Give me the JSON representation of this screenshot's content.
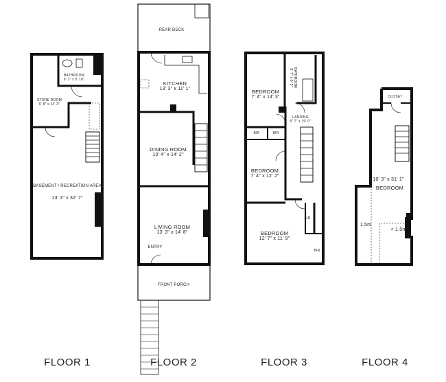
{
  "floors": [
    {
      "label": "FLOOR 1",
      "rooms": [
        {
          "name": "BATHROOM",
          "dims": "6' 2\" x 5' 10\""
        },
        {
          "name": "STORE ROOM",
          "dims": "6' 8\" x 14' 3\""
        },
        {
          "name": "BASEMENT / RECREATION AREA",
          "dims": "13' 3\" x 32' 7\""
        }
      ]
    },
    {
      "label": "FLOOR 2",
      "rooms": [
        {
          "name": "REAR DECK"
        },
        {
          "name": "KITCHEN",
          "dims": "13' 3\" x 11' 1\""
        },
        {
          "name": "DINING ROOM",
          "dims": "10' 4\" x 14' 2\""
        },
        {
          "name": "LIVING ROOM",
          "dims": "13' 3\" x 14' 8\""
        },
        {
          "name": "ENTRY"
        },
        {
          "name": "FRONT PORCH"
        }
      ]
    },
    {
      "label": "FLOOR 3",
      "rooms": [
        {
          "name": "BEDROOM",
          "dims": "7' 4\" x 14' 3\""
        },
        {
          "name": "BATHROOM",
          "dims": "5' 7\" x 8' 0\""
        },
        {
          "name": "LANDING",
          "dims": "5' 7\" x 19' 0\""
        },
        {
          "name": "BIR"
        },
        {
          "name": "BIR"
        },
        {
          "name": "BEDROOM",
          "dims": "7' 4\" x 12' 2\""
        },
        {
          "name": "BIR"
        },
        {
          "name": "BEDROOM",
          "dims": "12' 7\" x 11' 9\""
        },
        {
          "name": "BIR"
        }
      ]
    },
    {
      "label": "FLOOR 4",
      "rooms": [
        {
          "name": "CLOSET"
        },
        {
          "name": "BEDROOM",
          "dims": "10' 3\" x 31' 1\""
        }
      ],
      "notes": [
        "1.5m",
        "< 1.5m"
      ]
    }
  ]
}
